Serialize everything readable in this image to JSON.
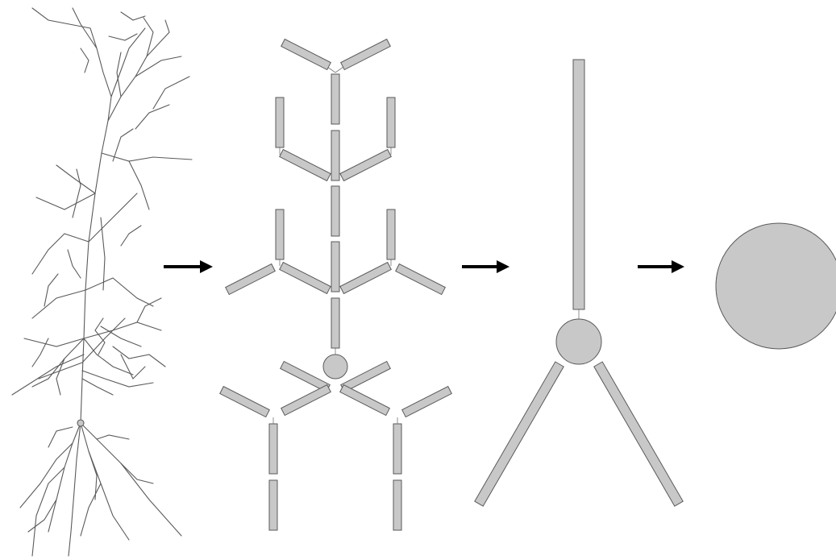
{
  "diagram": {
    "stages": [
      {
        "id": "detailed-morphology",
        "kind": "branching-tree"
      },
      {
        "id": "segmented-compartments",
        "kind": "compartment-tree"
      },
      {
        "id": "reduced-three-compartment",
        "kind": "reduced-model"
      },
      {
        "id": "single-compartment",
        "kind": "soma-only"
      }
    ],
    "arrows": 3,
    "colors": {
      "fill": "#c8c8c8",
      "stroke": "#5a5a5a",
      "line": "#555555",
      "arrow": "#000000"
    }
  }
}
